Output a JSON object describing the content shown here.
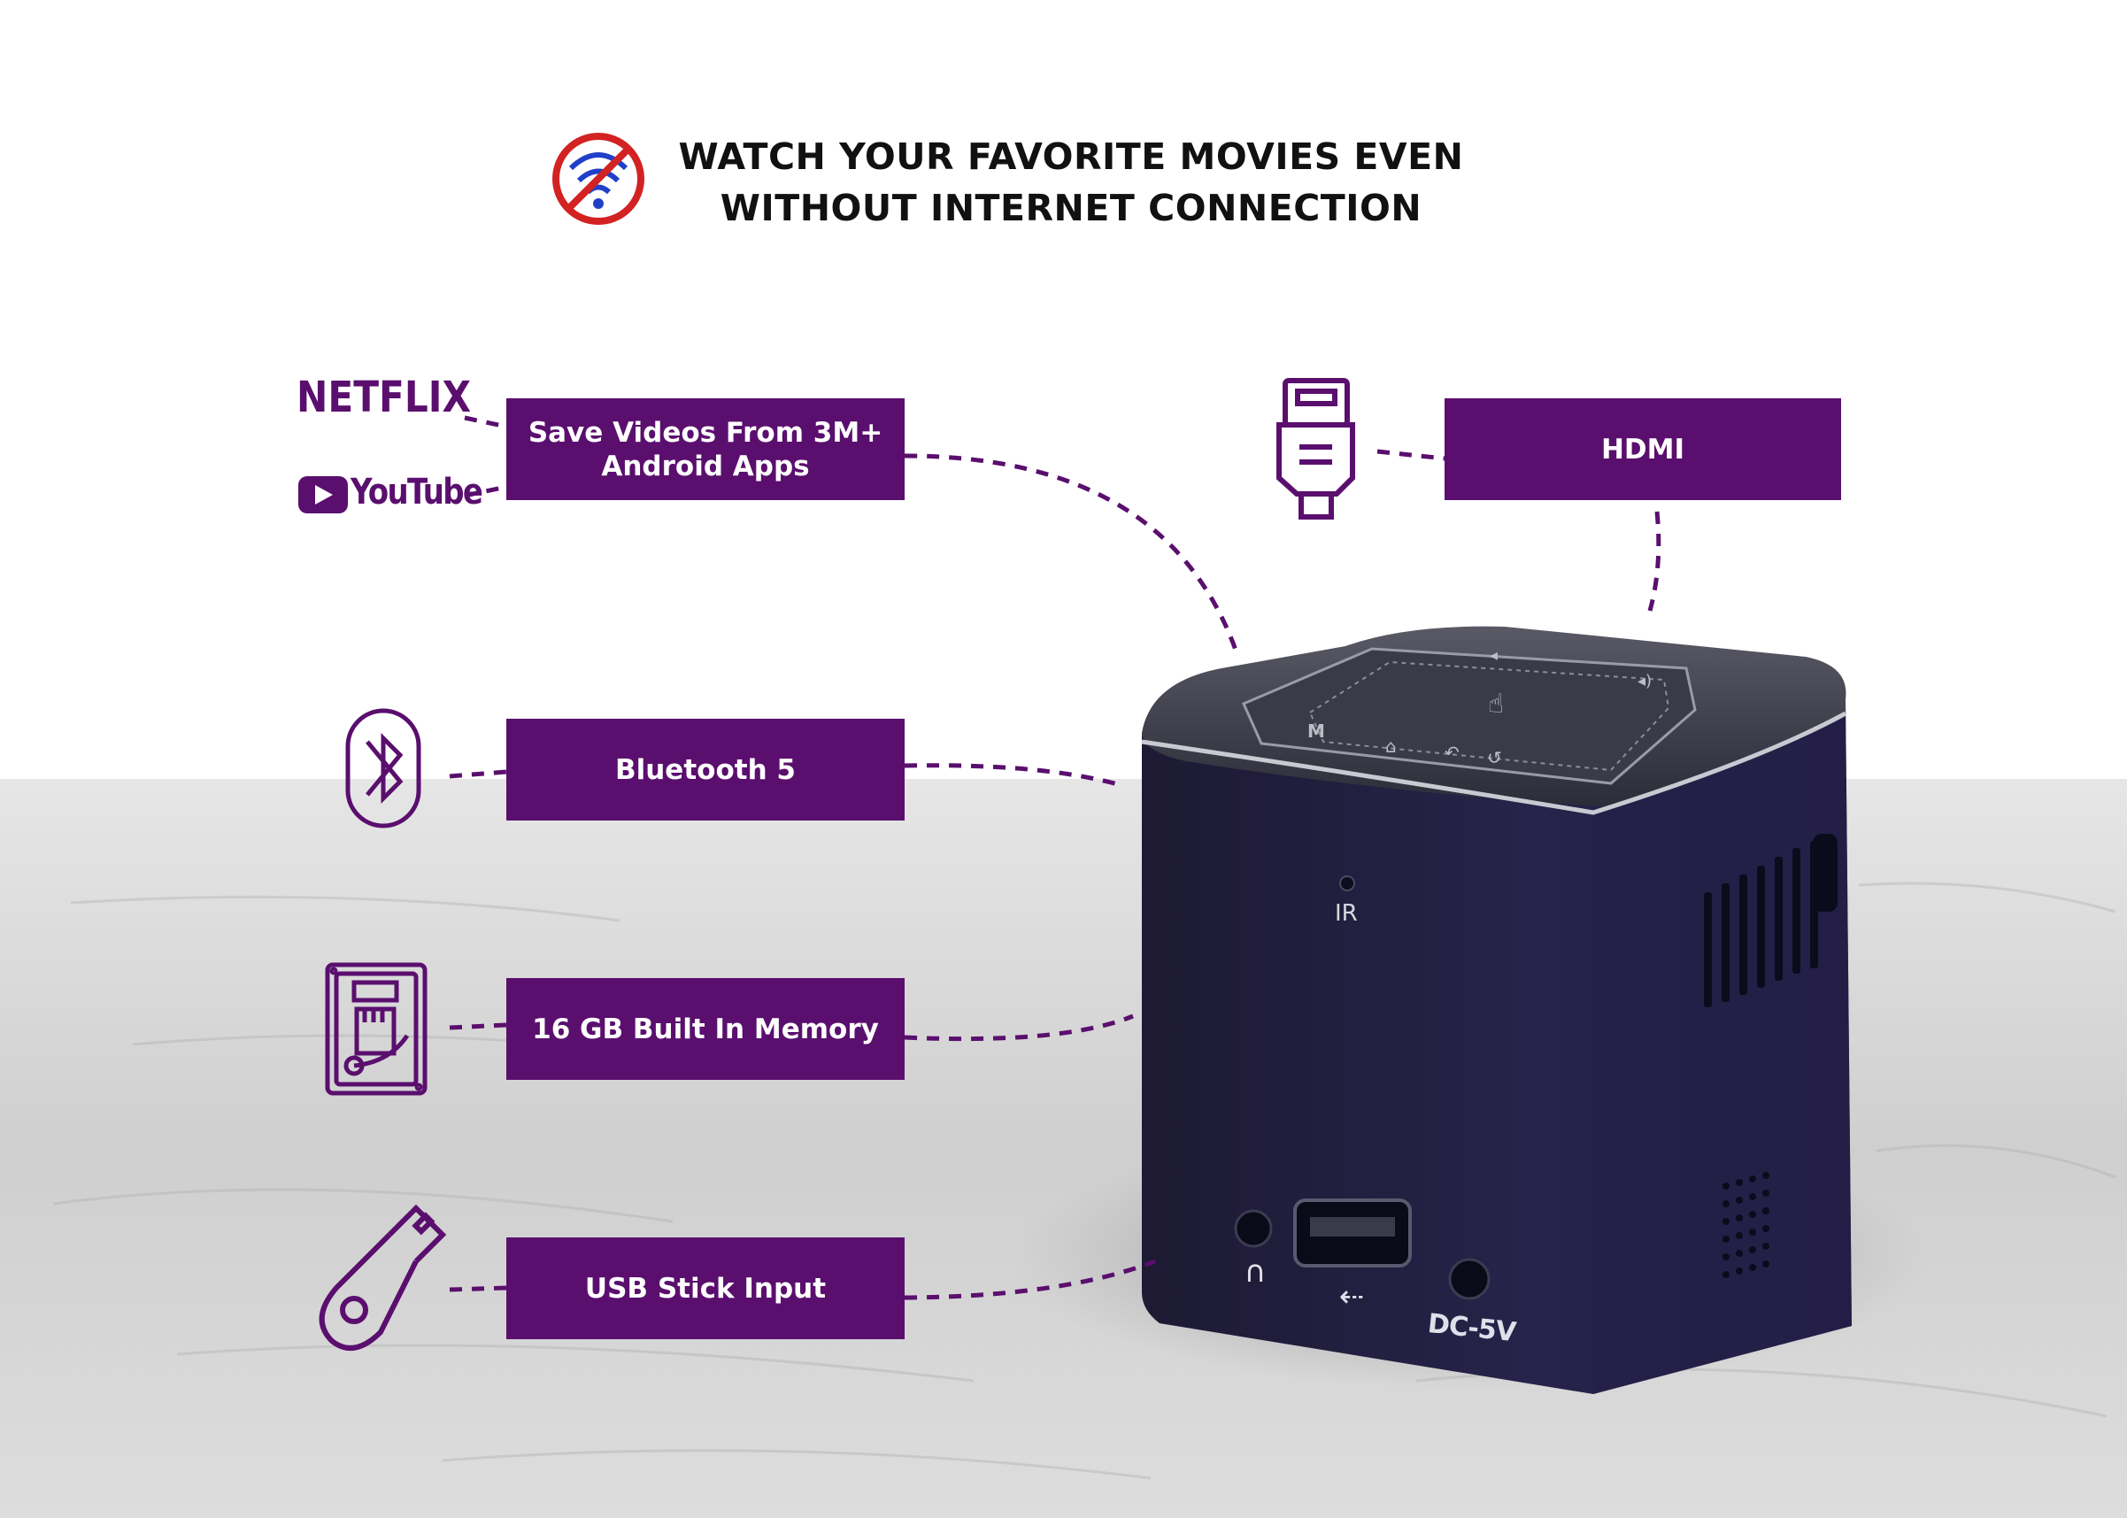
{
  "headline": {
    "line1": "WATCH YOUR FAVORITE MOVIES EVEN",
    "line2": "WITHOUT INTERNET CONNECTION"
  },
  "brands": {
    "netflix": "NETFLIX",
    "youtube": "YouTube"
  },
  "features": {
    "apps": {
      "line1": "Save Videos From 3M+",
      "line2": "Android Apps"
    },
    "hdmi": "HDMI",
    "bluetooth": "Bluetooth 5",
    "memory": "16 GB Built In Memory",
    "usb": "USB Stick Input"
  },
  "device_labels": {
    "ir": "IR",
    "power": "DC-5V"
  },
  "icons": {
    "no_wifi": "no-wifi-icon",
    "hdmi": "hdmi-plug-icon",
    "bluetooth": "bluetooth-icon",
    "memory": "hard-drive-icon",
    "usb": "usb-stick-icon"
  },
  "colors": {
    "accent": "#5a0f6e",
    "icon_stroke": "#5a0f6e",
    "no_wifi_red": "#d32222",
    "no_wifi_blue": "#2140c8"
  }
}
